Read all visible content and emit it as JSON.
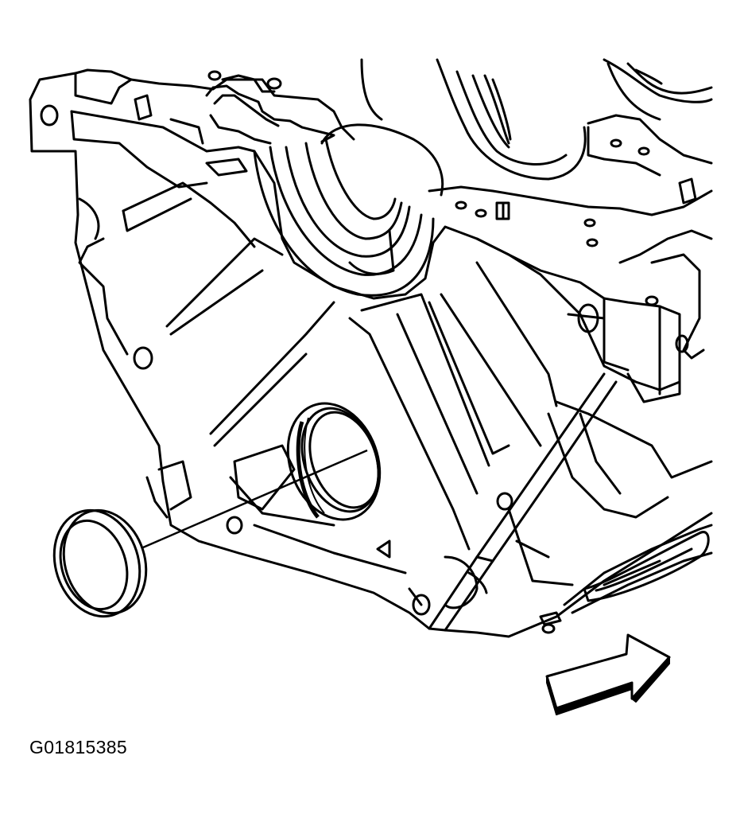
{
  "figure": {
    "id_label": "G01815385",
    "colors": {
      "ink": "#000000",
      "paper": "#ffffff"
    },
    "parts": [
      "engine-block",
      "crankshaft-rear-oil-seal",
      "seal-bore",
      "direction-arrow"
    ]
  }
}
